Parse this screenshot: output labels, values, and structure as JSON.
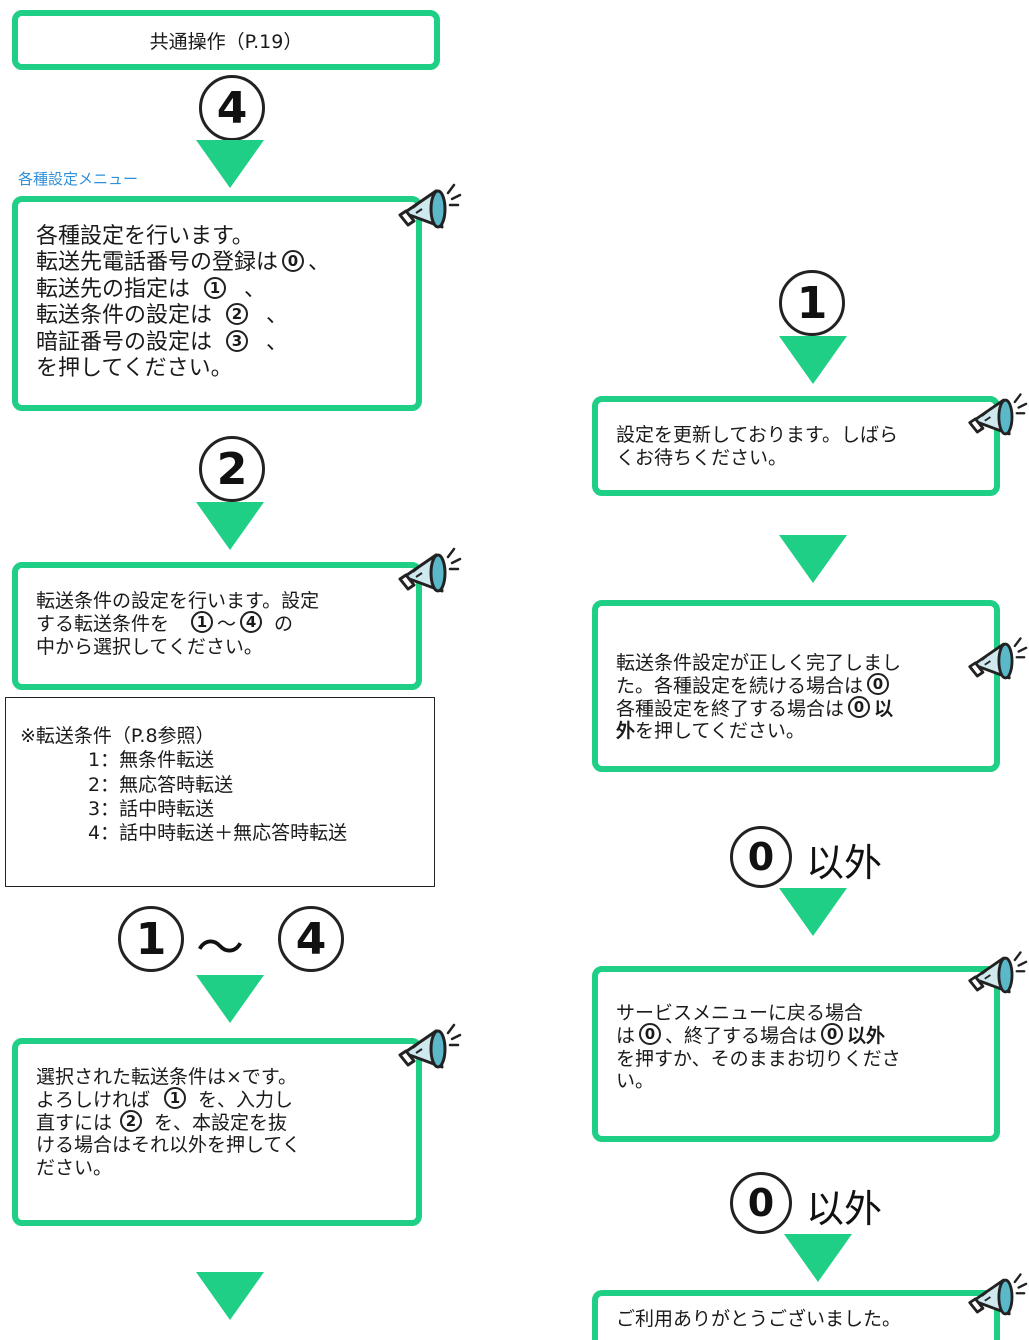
{
  "left": {
    "top_box": "共通操作（P.19）",
    "step_menu": "4",
    "menu_label": "各種設定メニュー",
    "menu_msg": {
      "l1": "各種設定を行います。",
      "l2a": "転送先電話番号の登録は",
      "l2k": "0",
      "l2b": "、",
      "l3a": "転送先の指定は",
      "l3k": "1",
      "l3b": "、",
      "l4a": "転送条件の設定は",
      "l4k": "2",
      "l4b": "、",
      "l5a": "暗証番号の設定は",
      "l5k": "3",
      "l5b": "、",
      "l6": "を押してください。"
    },
    "step_condition": "2",
    "cond_msg": {
      "l1": "転送条件の設定を行います。設定",
      "l2a": "する転送条件を",
      "l2k1": "1",
      "l2m": "～",
      "l2k2": "4",
      "l2b": "の",
      "l3": "中から選択してください。"
    },
    "conditions": {
      "title": "※転送条件（P.8参照）",
      "items": [
        "1：無条件転送",
        "2：無応答時転送",
        "3：話中時転送",
        "4：話中時転送＋無応答時転送"
      ]
    },
    "range_from": "1",
    "range_sep": "～",
    "range_to": "4",
    "confirm_msg": {
      "l1": "選択された転送条件は×です。",
      "l2a": "よろしければ",
      "l2k": "1",
      "l2b": "を、入力し",
      "l3a": "直すには",
      "l3k": "2",
      "l3b": "を、本設定を抜",
      "l4": "ける場合はそれ以外を押してく",
      "l5": "ださい。"
    }
  },
  "right": {
    "step_ok": "1",
    "update_msg": {
      "l1": "設定を更新しております。しばら",
      "l2": "くお待ちください。"
    },
    "done_msg": {
      "l1": "転送条件設定が正しく完了しまし",
      "l2a": "た。各種設定を続ける場合は",
      "l2k": "0",
      "l3a": "各種設定を終了する場合は",
      "l3k": "0",
      "l3b": "以",
      "l4a": "外",
      "l4b": "を押してください。"
    },
    "key_other_1": "0",
    "label_other_1": "以外",
    "service_msg": {
      "l1": "サービスメニューに戻る場合",
      "l2a": "は",
      "l2k1": "0",
      "l2m": "、終了する場合は",
      "l2k2": "0",
      "l2b": "以外",
      "l3": "を押すか、そのままお切りくださ",
      "l4": "い。"
    },
    "key_other_2": "0",
    "label_other_2": "以外",
    "thanks_msg": "ご利用ありがとうございました。"
  },
  "colors": {
    "accent": "#1fcf86",
    "menu_label": "#2f8fd8"
  }
}
